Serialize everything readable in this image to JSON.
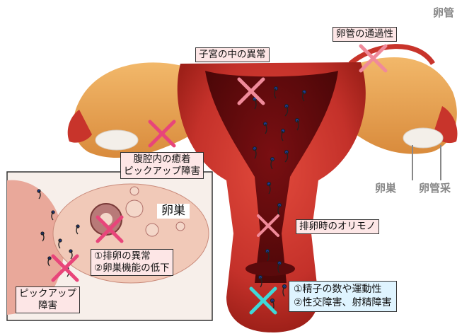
{
  "labels": {
    "fallopian_passage": "卵管の通過性",
    "uterus_inside": "子宮の中の異常",
    "adhesion_line1": "腹腔内の癒着",
    "adhesion_line2": "ピックアップ障害",
    "ovary": "卵巣",
    "cervical_mucus": "排卵時のオリモノ",
    "ovulation_line1": "①排卵の異常",
    "ovulation_line2": "②卵巣機能の低下",
    "pickup_line1": "ピックアップ",
    "pickup_line2": "障害",
    "sperm_line1": "①精子の数や運動性",
    "sperm_line2": "②性交障害、射精障害"
  },
  "anatomy_labels": {
    "tube_top": "卵管",
    "ovary_bottom": "卵巣",
    "fimbria": "卵管采"
  },
  "colors": {
    "marker_pink": "#e8457a",
    "marker_light": "#f08a9a",
    "marker_cyan": "#3fd8d8",
    "uterus_red": "#c9302a",
    "tube_orange": "#e8a75a"
  }
}
